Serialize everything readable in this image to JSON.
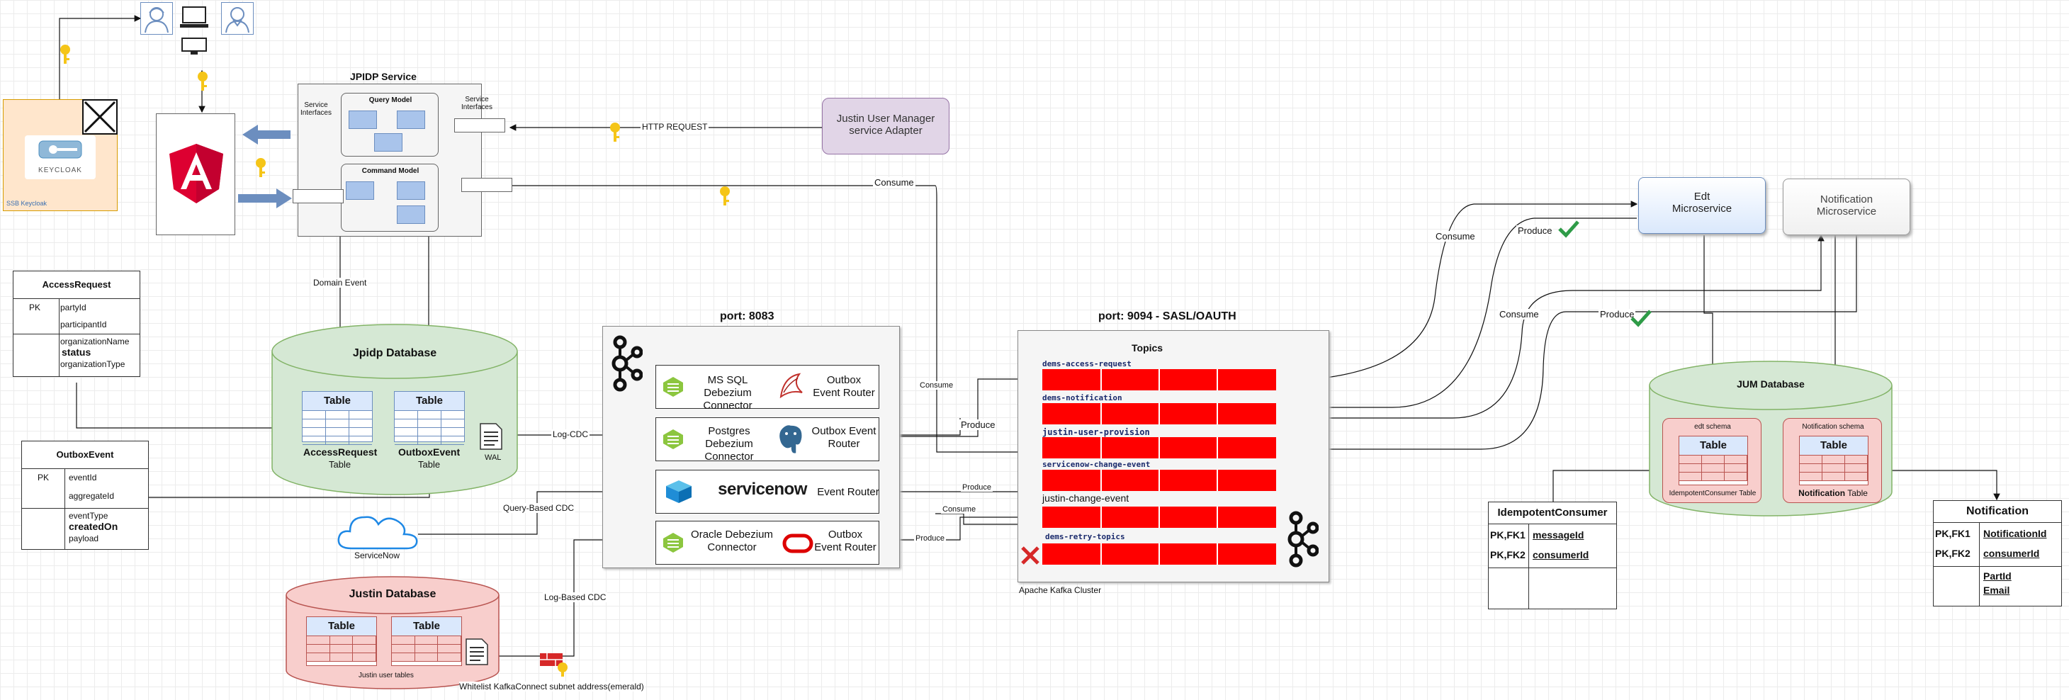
{
  "keycloak": {
    "caption": "SSB Keycloak",
    "logo_text": "KEYCLOAK"
  },
  "jpidp": {
    "title": "JPIDP Service",
    "query_model": "Query Model",
    "command_model": "Command Model",
    "service_interfaces_left": "Service Interfaces",
    "service_interfaces_right": "Service Interfaces"
  },
  "justin_adapter": {
    "line1": "Justin User Manager",
    "line2": "service Adapter"
  },
  "edges": {
    "http_request": "HTTP REQUEST",
    "consume_top": "Consume",
    "domain_event": "Domain Event",
    "log_cdc": "Log-CDC",
    "query_based_cdc": "Query-Based CDC",
    "log_based_cdc": "Log-Based CDC",
    "consume_mid": "Consume",
    "produce_pg": "Produce",
    "produce_sn": "Produce",
    "consume_lower": "Consume",
    "produce_oracle": "Produce",
    "consume_edt": "Consume",
    "produce_edt": "Produce",
    "consume_notif": "Consume",
    "produce_notif": "Produce"
  },
  "jpidp_db": {
    "title": "Jpidp Database",
    "table1_head": "Table",
    "table1_name": "AccessRequest",
    "table1_sub": "Table",
    "table2_head": "Table",
    "table2_name": "OutboxEvent",
    "table2_sub": "Table",
    "wal": "WAL"
  },
  "access_request": {
    "title": "AccessRequest",
    "pk": "PK",
    "fields_top": [
      "partyId",
      "participantId"
    ],
    "fields_bottom": [
      "organizationName",
      "status",
      "organizationType"
    ]
  },
  "outbox_event": {
    "title": "OutboxEvent",
    "pk": "PK",
    "fields_top": [
      "eventId",
      "aggregateId"
    ],
    "fields_bottom": [
      "eventType",
      "createdOn",
      "payload"
    ]
  },
  "servicenow_cloud": {
    "label": "ServiceNow"
  },
  "justin_db": {
    "title": "Justin Database",
    "table1_head": "Table",
    "table2_head": "Table",
    "caption": "Justin user tables"
  },
  "whitelist": "Whitelist KafkaConnect subnet address(emerald)",
  "connect": {
    "title": "port: 8083",
    "mssql": {
      "left": "MS SQL Debezium Connector",
      "right": "Outbox Event Router"
    },
    "postgres": {
      "left": "Postgres Debezium Connector",
      "right": "Outbox Event Router"
    },
    "servicenow": {
      "logo": "servicenow",
      "right": "Event Router"
    },
    "oracle": {
      "left": "Oracle Debezium Connector",
      "right": "Outbox Event Router"
    }
  },
  "kafka": {
    "title": "port: 9094 - SASL/OAUTH",
    "topics_title": "Topics",
    "topics": [
      "dems-access-request",
      "dems-notification",
      "justin-user-provision",
      "servicenow-change-event",
      "justin-change-event",
      "dems-retry-topics"
    ],
    "caption": "Apache Kafka Cluster"
  },
  "edt": {
    "line1": "Edt",
    "line2": "Microservice"
  },
  "notification_ms": {
    "line1": "Notification",
    "line2": "Microservice"
  },
  "jum_db": {
    "title": "JUM Database",
    "edt_schema": "edt schema",
    "edt_table_head": "Table",
    "edt_table_caption": "IdempotentConsumer Table",
    "notif_schema": "Notification schema",
    "notif_table_head": "Table",
    "notif_table_caption_bold": "Notification",
    "notif_table_caption": "Table"
  },
  "idempotent_consumer": {
    "title": "IdempotentConsumer",
    "rows": [
      {
        "key": "PK,FK1",
        "field": "messageId"
      },
      {
        "key": "PK,FK2",
        "field": "consumerId"
      }
    ]
  },
  "notification_entity": {
    "title": "Notification",
    "rows": [
      {
        "key": "PK,FK1",
        "field": "NotificationId"
      },
      {
        "key": "PK,FK2",
        "field": "consumerId"
      }
    ],
    "extra": [
      "PartId",
      "Email"
    ]
  },
  "colors": {
    "topic_red": "#ff0000",
    "db_green": "#d5e8d4",
    "db_green_border": "#82b366",
    "db_red": "#f8cecc",
    "db_red_border": "#b85450",
    "adapter_purple": "#e1d5e7",
    "edt_blue": "#dae8fc",
    "keycloak_orange": "#ffe6cc",
    "angular_red": "#dd0031",
    "check_green": "#2e9b47",
    "key_yellow": "#f5c518"
  }
}
